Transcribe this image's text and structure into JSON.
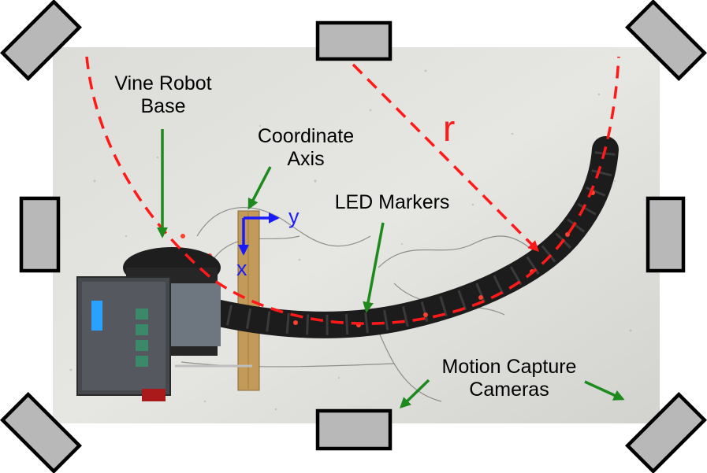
{
  "labels": {
    "base_line1": "Vine Robot",
    "base_line2": "Base",
    "axis_line1": "Coordinate",
    "axis_line2": "Axis",
    "led": "LED Markers",
    "mocap_line1": "Motion Capture",
    "mocap_line2": "Cameras",
    "radius": "r",
    "axis_x": "x",
    "axis_y": "y"
  },
  "colors": {
    "annotation_arrow": "#1e8a1e",
    "radius_dash": "#ff1a1a",
    "axis": "#1a1aff",
    "camera_fill": "#b8b8b8",
    "camera_stroke": "#000000"
  },
  "icons": [
    "camera-icon",
    "vine-robot",
    "arrow-icon"
  ]
}
